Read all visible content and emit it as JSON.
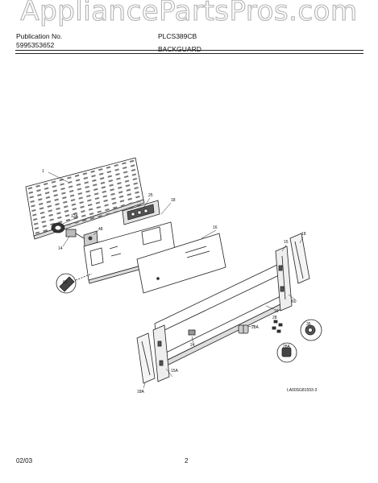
{
  "watermark": "AppliancePartsPros.com",
  "header": {
    "pub_label": "Publication No.",
    "pub_number": "5995353652",
    "model": "PLCS389CB",
    "section": "BACKGUARD"
  },
  "callouts": {
    "backguard_panel": "1",
    "spacer": "12A",
    "connector": "14",
    "bracket": "48",
    "clock": "25",
    "control_panel": "18",
    "overlay": "16",
    "screw_left": "60",
    "right_endcap": "15",
    "right_trim": "18",
    "screw_right": "60",
    "lower_panel": "19",
    "knob": "28A",
    "switch": "24",
    "left_trim": "18A",
    "left_endcap": "15A",
    "clip": "36",
    "small_parts": "28A",
    "plug": "28"
  },
  "figure_id": "LA00SG81593-3",
  "footer": {
    "date": "02/03",
    "page": "2"
  }
}
